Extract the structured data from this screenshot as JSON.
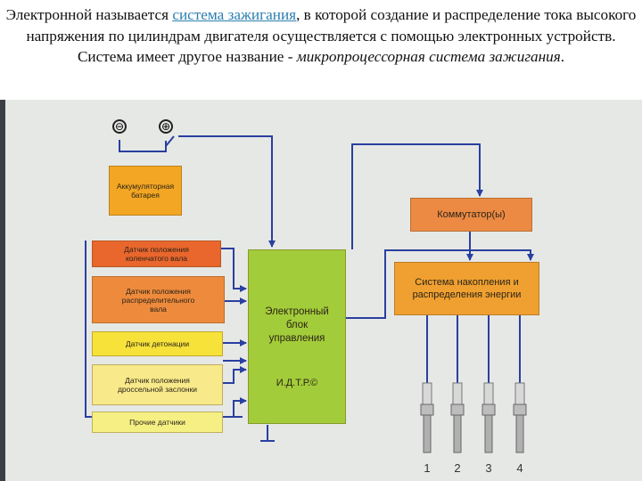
{
  "intro": {
    "p1": "Электронной называется ",
    "link": "система зажигания",
    "p2": ", в которой создание и распределение тока высокого напряжения по цилиндрам двигателя осуществляется с помощью электронных устройств. Система имеет другое название - ",
    "italic": "микропроцессорная система зажигания",
    "p3": "."
  },
  "diagram": {
    "battery_terminals": [
      "⊖",
      "⊕"
    ],
    "battery": "Аккумуляторная\nбатарея",
    "sensors": [
      "Датчик положения\nколенчатого вала",
      "Датчик положения\nраспределительного\nвала",
      "Датчик детонации",
      "Датчик положения\nдроссельной заслонки",
      "Прочие датчики"
    ],
    "ecu_label": "Электронный\nблок\nуправления",
    "ecu_code": "И.Д.Т.Р.©",
    "commutator": "Коммутатор(ы)",
    "storage": "Система накопления и\nраспределения энергии",
    "plug_numbers": [
      "1",
      "2",
      "3",
      "4"
    ]
  },
  "colors": {
    "wire": "#2a3fa0",
    "battery": "#f2a623",
    "ecu": "#a3cc3a",
    "commutator": "#ec8a44",
    "storage": "#f0a030",
    "sensor_1": "#e9662d",
    "sensor_2": "#ee8a3c",
    "sensor_3": "#f7e23a",
    "sensor_4": "#f8e98a",
    "sensor_5": "#f6f084"
  }
}
